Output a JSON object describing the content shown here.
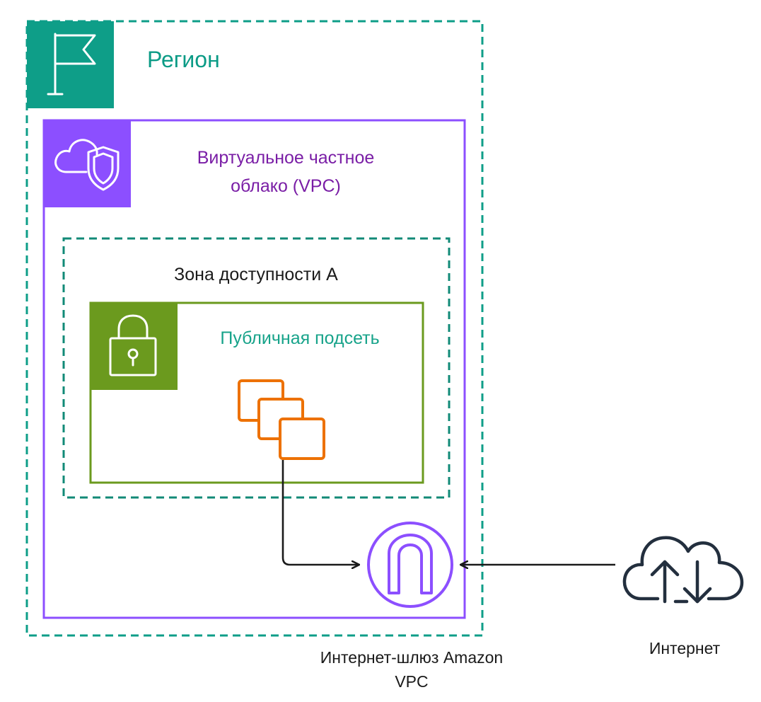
{
  "labels": {
    "region": "Регион",
    "vpc": "Виртуальное частное облако (VPC)",
    "availability_zone": "Зона доступности A",
    "public_subnet": "Публичная подсеть",
    "internet_gateway": "Интернет-шлюз Amazon VPC",
    "internet": "Интернет"
  },
  "icons": {
    "region": "flag-icon",
    "vpc": "cloud-shield-icon",
    "subnet": "padlock-icon",
    "instances": "stacked-instances-icon",
    "gateway": "internet-gateway-icon",
    "internet": "cloud-upload-download-icon"
  },
  "colors": {
    "region": "#0e9e88",
    "vpc": "#8c4fff",
    "availability_zone": "#118a77",
    "subnet": "#6b9a1e",
    "instances": "#ed7100",
    "gateway": "#8c4fff",
    "connector": "#1a1a1a",
    "internet": "#232f3e"
  }
}
